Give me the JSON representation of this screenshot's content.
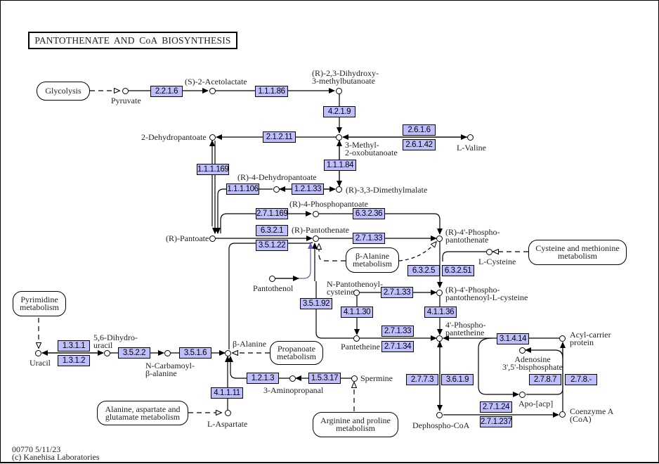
{
  "title": "PANTOTHENATE AND CoA BIOSYNTHESIS",
  "footer": {
    "map_id_date": "00770 5/11/23",
    "copyright": "(c) Kanehisa Laboratories"
  },
  "colors": {
    "enzyme_fill": "#bfbfff",
    "highlight_link": "#6060c0",
    "line": "#000000"
  },
  "maps": {
    "glycolysis": "Glycolysis",
    "beta_alanine": "β-Alanine\nmetabolism",
    "cysteine": "Cysteine and methionine\nmetabolism",
    "pyrimidine": "Pyrimidine\nmetabolism",
    "propanoate": "Propanoate\nmetabolism",
    "alanine": "Alanine, aspartate and\nglutamate metabolism",
    "arginine": "Arginine and proline\nmetabolism"
  },
  "compounds": {
    "pyruvate": "Pyruvate",
    "acetolactate": "(S)-2-Acetolactate",
    "dihydroxy": "(R)-2,3-Dihydroxy-\n3-methylbutanoate",
    "oxobutanoate": "3-Methyl-\n2-oxobutanoate",
    "valine": "L-Valine",
    "dehydropantoate": "2-Dehydropantoate",
    "r4dehydro": "(R)-4-Dehydropantoate",
    "dimethylmalate": "(R)-3,3-Dimethylmalate",
    "r4phospho": "(R)-4-Phosphopantoate",
    "pantoate": "(R)-Pantoate",
    "pantothenate": "(R)-Pantothenate",
    "phosphopantothenate": "(R)-4'-Phospho-\npantothenate",
    "cysteine": "L-Cysteine",
    "pantothenol": "Pantothenol",
    "npantcys": "N-Pantothenoyl-\ncysteine",
    "ppcys": "(R)-4'-Phospho-\npantothenoyl-L-cysteine",
    "phosphopantetheine": "4'-Phospho-\npantetheine",
    "pantetheine": "Pantetheine",
    "acp": "Acyl-carrier\nprotein",
    "adenosine": "Adenosine\n3',5'-bisphosphate",
    "apoacp": "Apo-[acp]",
    "coa": "Coenzyme A\n(CoA)",
    "dephospho": "Dephospho-CoA",
    "uracil": "Uracil",
    "dihydrouracil": "5,6-Dihydro-\nuracil",
    "carbamoyl": "N-Carbamoyl-\nβ-alanine",
    "balanine": "β-Alanine",
    "aminopropanal": "3-Aminopropanal",
    "spermine": "Spermine",
    "aspartate": "L-Aspartate"
  },
  "enzymes": {
    "e2216": "2.2.1.6",
    "e11186": "1.1.1.86",
    "e4219": "4.2.1.9",
    "e21211": "2.1.2.11",
    "e2616": "2.6.1.6",
    "e26142": "2.6.1.42",
    "e111169": "1.1.1.169",
    "e11184": "1.1.1.84",
    "e111106": "1.1.1.106",
    "e12133": "1.2.1.33",
    "e271169": "2.7.1.169",
    "e63236": "6.3.2.36",
    "e6321": "6.3.2.1",
    "e35122": "3.5.1.22",
    "e27133a": "2.7.1.33",
    "e6325": "6.3.2.5",
    "e63251": "6.3.2.51",
    "e27133b": "2.7.1.33",
    "e35192": "3.5.1.92",
    "e41130": "4.1.1.30",
    "e41136": "4.1.1.36",
    "e27133c": "2.7.1.33",
    "e27134": "2.7.1.34",
    "e31414": "3.1.4.14",
    "e2773": "2.7.7.3",
    "e3619": "3.6.1.9",
    "e2787": "2.7.8.7",
    "e278x": "2.7.8.-",
    "e27124": "2.7.1.24",
    "e271237": "2.7.1.237",
    "e1311": "1.3.1.1",
    "e1312": "1.3.1.2",
    "e3522": "3.5.2.2",
    "e3516": "3.5.1.6",
    "e1213": "1.2.1.3",
    "e15317": "1.5.3.17",
    "e41111": "4.1.1.11"
  }
}
